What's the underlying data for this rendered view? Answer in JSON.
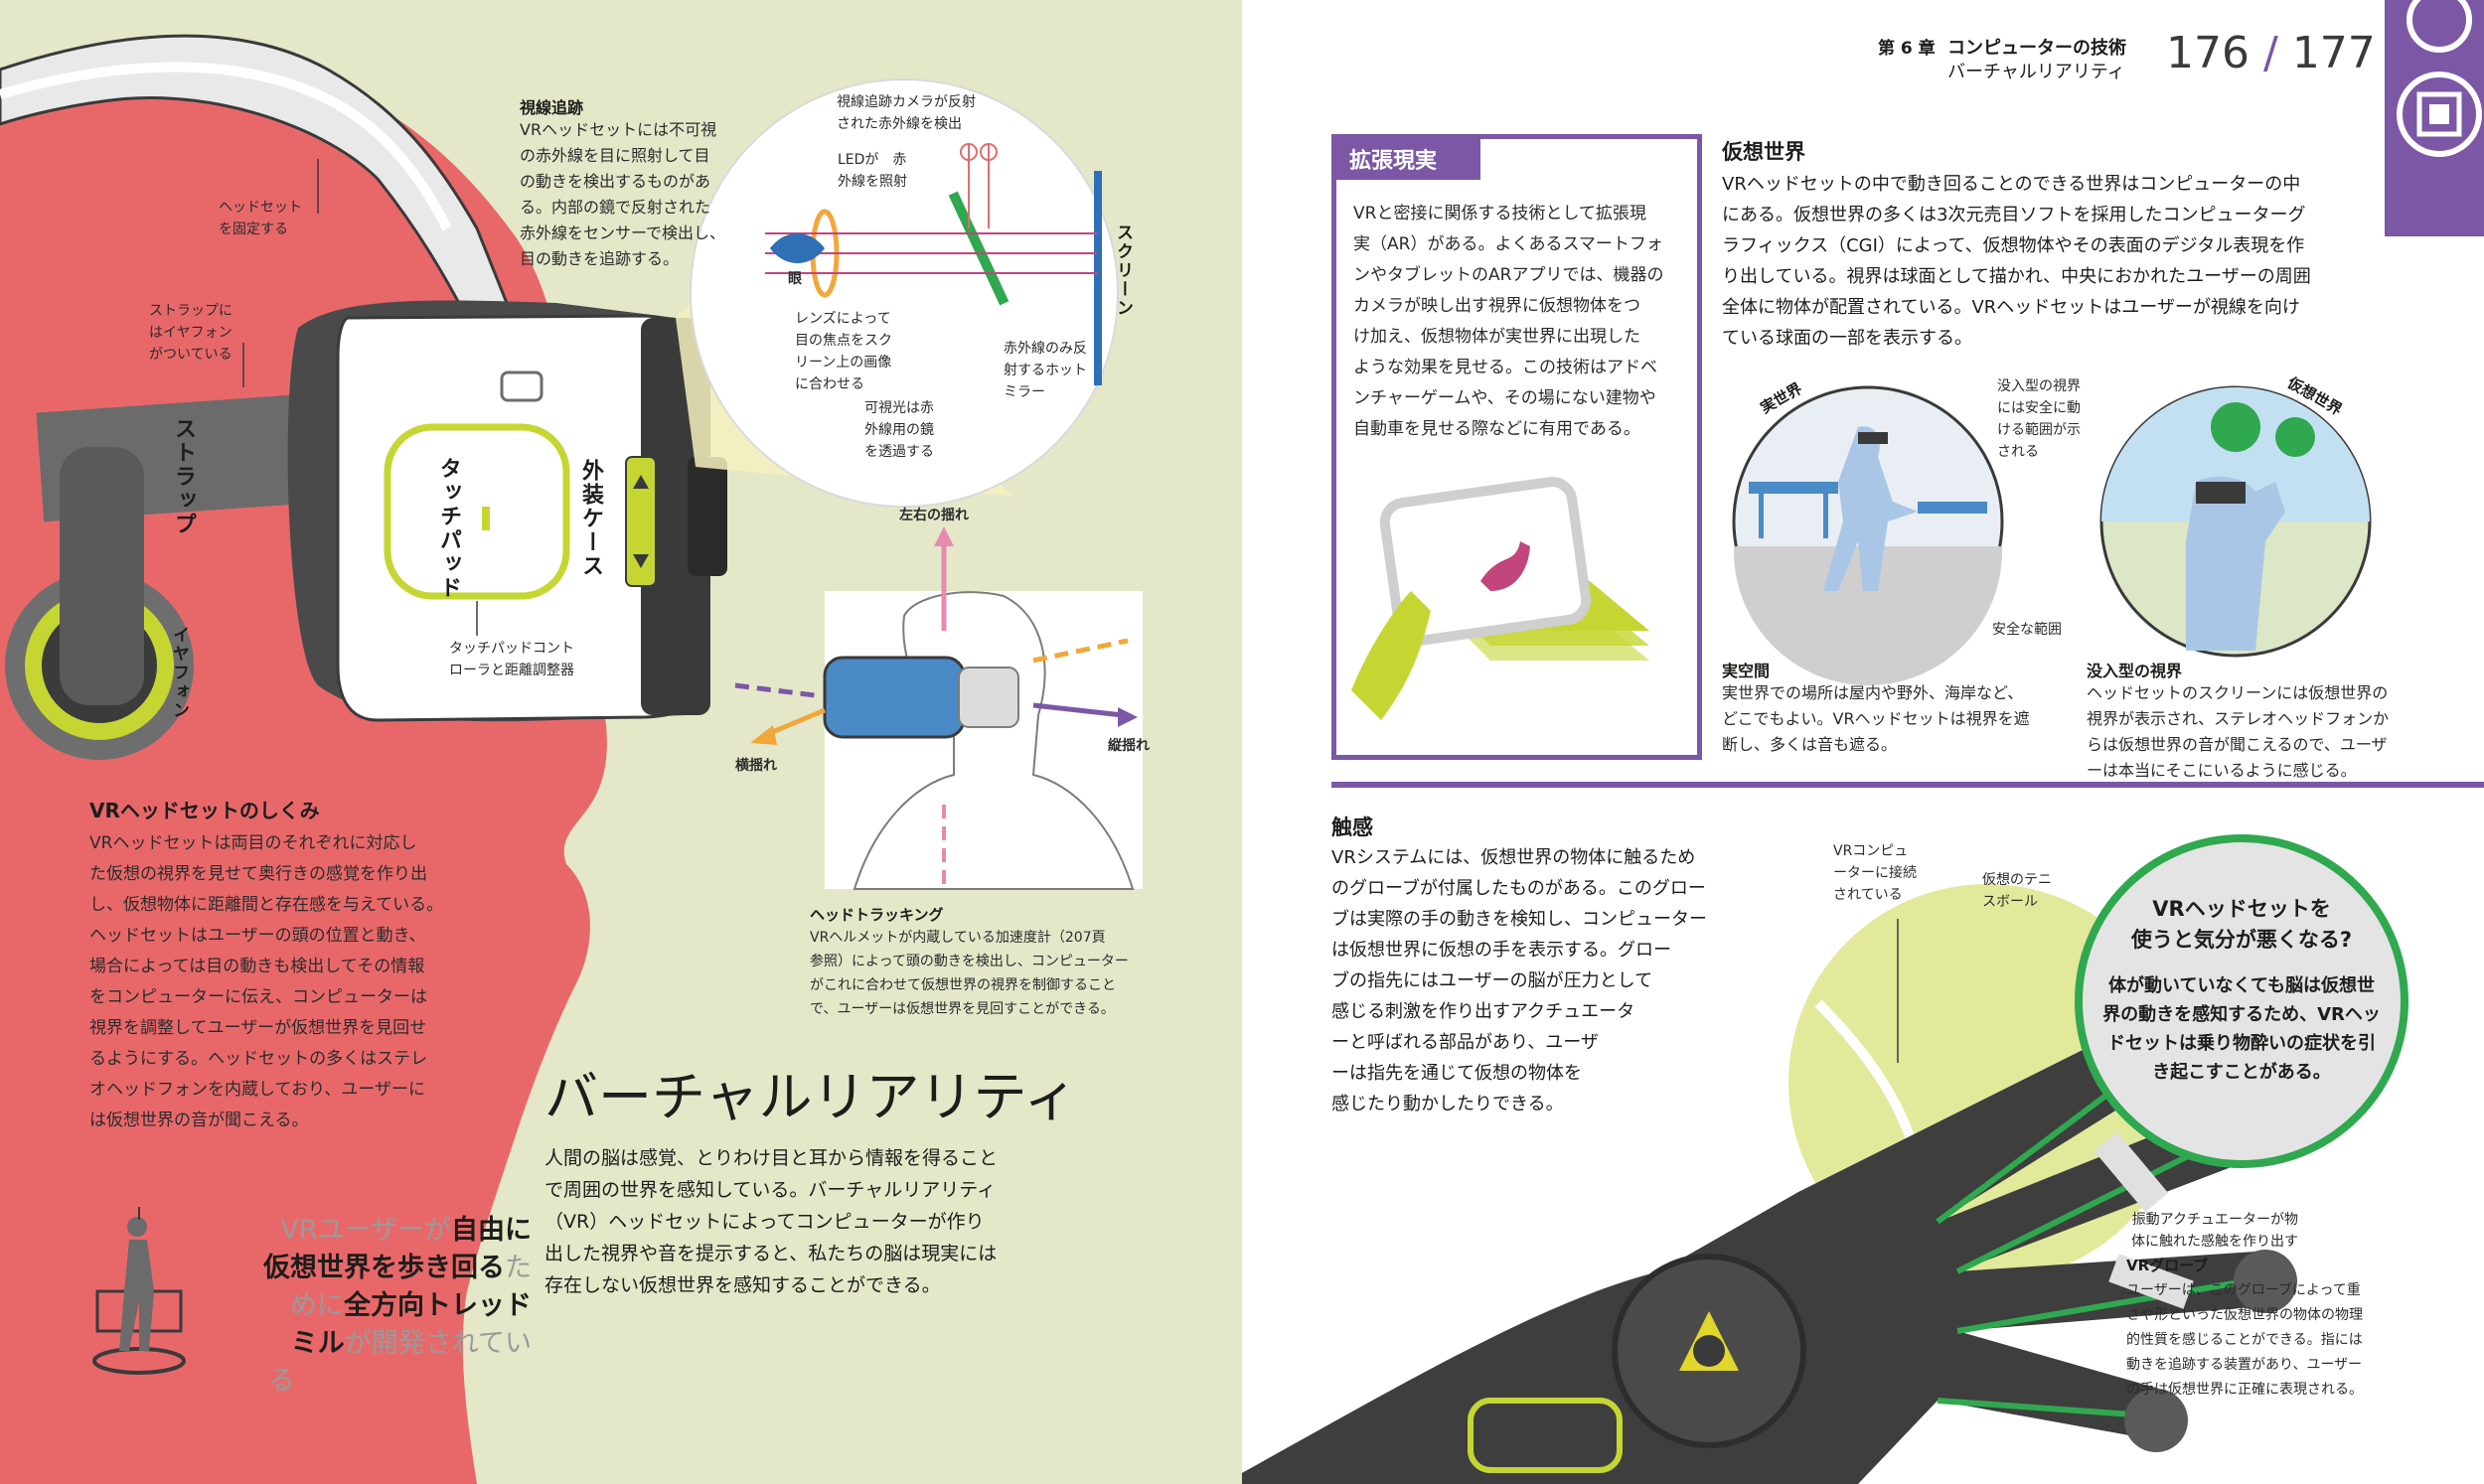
{
  "header": {
    "chapter": "第 6 章",
    "chapter_title": "コンピューターの技術",
    "section_title": "バーチャルリアリティ",
    "page_left": "176",
    "page_sep": "/",
    "page_right": "177"
  },
  "title": "バーチャルリアリティ",
  "intro": "人間の脳は感覚、とりわけ目と耳から情報を得ること\nで周囲の世界を感知している。バーチャルリアリティ\n（VR）ヘッドセットによってコンピューターが作り\n出した視界や音を提示すると、私たちの脳は現実には\n存在しない仮想世界を感知することができる。",
  "headset": {
    "heading": "VRヘッドセットのしくみ",
    "body": "VRヘッドセットは両目のそれぞれに対応し\nた仮想の視界を見せて奥行きの感覚を作り出\nし、仮想物体に距離間と存在感を与えている。\nヘッドセットはユーザーの頭の位置と動き、\n場合によっては目の動きも検出してその情報\nをコンピューターに伝え、コンピューターは\n視界を調整してユーザーが仮想世界を見回せ\nるようにする。ヘッドセットの多くはステレ\nオヘッドフォンを内蔵しており、ユーザーに\nは仮想世界の音が聞こえる。",
    "label_fix": "ヘッドセット\nを固定する",
    "label_strap_earphone": "ストラップに\nはイヤフォン\nがついている",
    "label_strap": "ストラップ",
    "label_earphone": "イヤフォン",
    "label_touchpad": "タッチパッド",
    "label_case": "外装ケース",
    "label_touchpad_ctrl": "タッチパッドコント\nローラと距離調整器"
  },
  "eye_tracking": {
    "heading": "視線追跡",
    "body": "VRヘッドセットには不可視\nの赤外線を目に照射して目\nの動きを検出するものがあ\nる。内部の鏡で反射された\n赤外線をセンサーで検出し、\n目の動きを追跡する。",
    "label_camera": "視線追跡カメラが反射\nされた赤外線を検出",
    "label_led": "LEDが　赤\n外線を照射",
    "label_eye": "眼",
    "label_lens": "レンズによって\n目の焦点をスク\nリーン上の画像\nに合わせる",
    "label_mirror": "可視光は赤\n外線用の鏡\nを透過する",
    "label_hot_mirror": "赤外線のみ反\n射するホット\nミラー",
    "label_screen": "スクリーン"
  },
  "head_tracking": {
    "label_lr": "左右の揺れ",
    "label_yaw": "横揺れ",
    "label_pitch": "縦揺れ",
    "heading": "ヘッドトラッキング",
    "body": "VRヘルメットが内蔵している加速度計（207頁\n参照）によって頭の動きを検出し、コンピューター\nがこれに合わせて仮想世界の視界を制御すること\nで、ユーザーは仮想世界を見回すことができる。"
  },
  "treadmill": {
    "p1": "VRユーザーが",
    "p2": "自由に",
    "p3": "仮想世界を歩き回る",
    "p4": "た",
    "p5": "めに",
    "p6": "全方向トレッド",
    "p7": "ミル",
    "p8": "が開発されてい",
    "p9": "る"
  },
  "ar": {
    "heading": "拡張現実",
    "body": "VRと密接に関係する技術として拡張現\n実（AR）がある。よくあるスマートフォ\nンやタブレットのARアプリでは、機器の\nカメラが映し出す視界に仮想物体をつ\nけ加え、仮想物体が実世界に出現した\nような効果を見せる。この技術はアドベ\nンチャーゲームや、その場にない建物や\n自動車を見せる際などに有用である。"
  },
  "virtual_world": {
    "heading": "仮想世界",
    "body": "VRヘッドセットの中で動き回ることのできる世界はコンピューターの中\nにある。仮想世界の多くは3次元売目ソフトを採用したコンピューターグ\nラフィックス（CGI）によって、仮想物体やその表面のデジタル表現を作\nり出している。視界は球面として描かれ、中央におかれたユーザーの周囲\n全体に物体が配置されている。VRヘッドセットはユーザーが視線を向け\nている球面の一部を表示する。",
    "label_real": "実世界",
    "label_virtual": "仮想世界",
    "label_immersive_area": "没入型の視界\nには安全に動\nける範囲が示\nされる",
    "label_safe": "安全な範囲",
    "real_heading": "実空間",
    "real_body": "実世界での場所は屋内や野外、海岸など、\nどこでもよい。VRヘッドセットは視界を遮\n断し、多くは音も遮る。",
    "imm_heading": "没入型の視界",
    "imm_body": "ヘッドセットのスクリーンには仮想世界の\n視界が表示され、ステレオヘッドフォンか\nらは仮想世界の音が聞こえるので、ユーザ\nーは本当にそこにいるように感じる。"
  },
  "touch": {
    "heading": "触感",
    "body": "VRシステムには、仮想世界の物体に触るため\nのグローブが付属したものがある。このグロー\nブは実際の手の動きを検知し、コンピューター\nは仮想世界に仮想の手を表示する。グロー\nブの指先にはユーザーの脳が圧力として\n感じる刺激を作り出すアクチュエータ\nーと呼ばれる部品があり、ユーザ\nーは指先を通じて仮想の物体を\n感じたり動かしたりできる。",
    "label_connected": "VRコンピュ\nーターに接続\nされている",
    "label_ball": "仮想のテニ\nスボール",
    "label_actuator": "振動アクチュエーターが物\n体に触れた感触を作り出す",
    "glove_heading": "VRグローブ",
    "glove_body": "ユーザーは、このグローブによって重\nさや形といった仮想世界の物体の物理\n的性質を感じることができる。指には\n動きを追跡する装置があり、ユーザー\nの手は仮想世界に正確に表現される。"
  },
  "sick": {
    "heading": "VRヘッドセットを\n使うと気分が悪くなる?",
    "body": "体が動いていなくても脳は仮想世\n界の動きを感知するため、VRヘッ\nドセットは乗り物酔いの症状を引\nき起こすことがある。"
  },
  "colors": {
    "page_left": "#e4e8c9",
    "face": "#e8686a",
    "accent_purple": "#7b57a6",
    "accent_lime": "#c5d633",
    "accent_green": "#2fa84f",
    "headset_grey": "#5a5a5a"
  }
}
